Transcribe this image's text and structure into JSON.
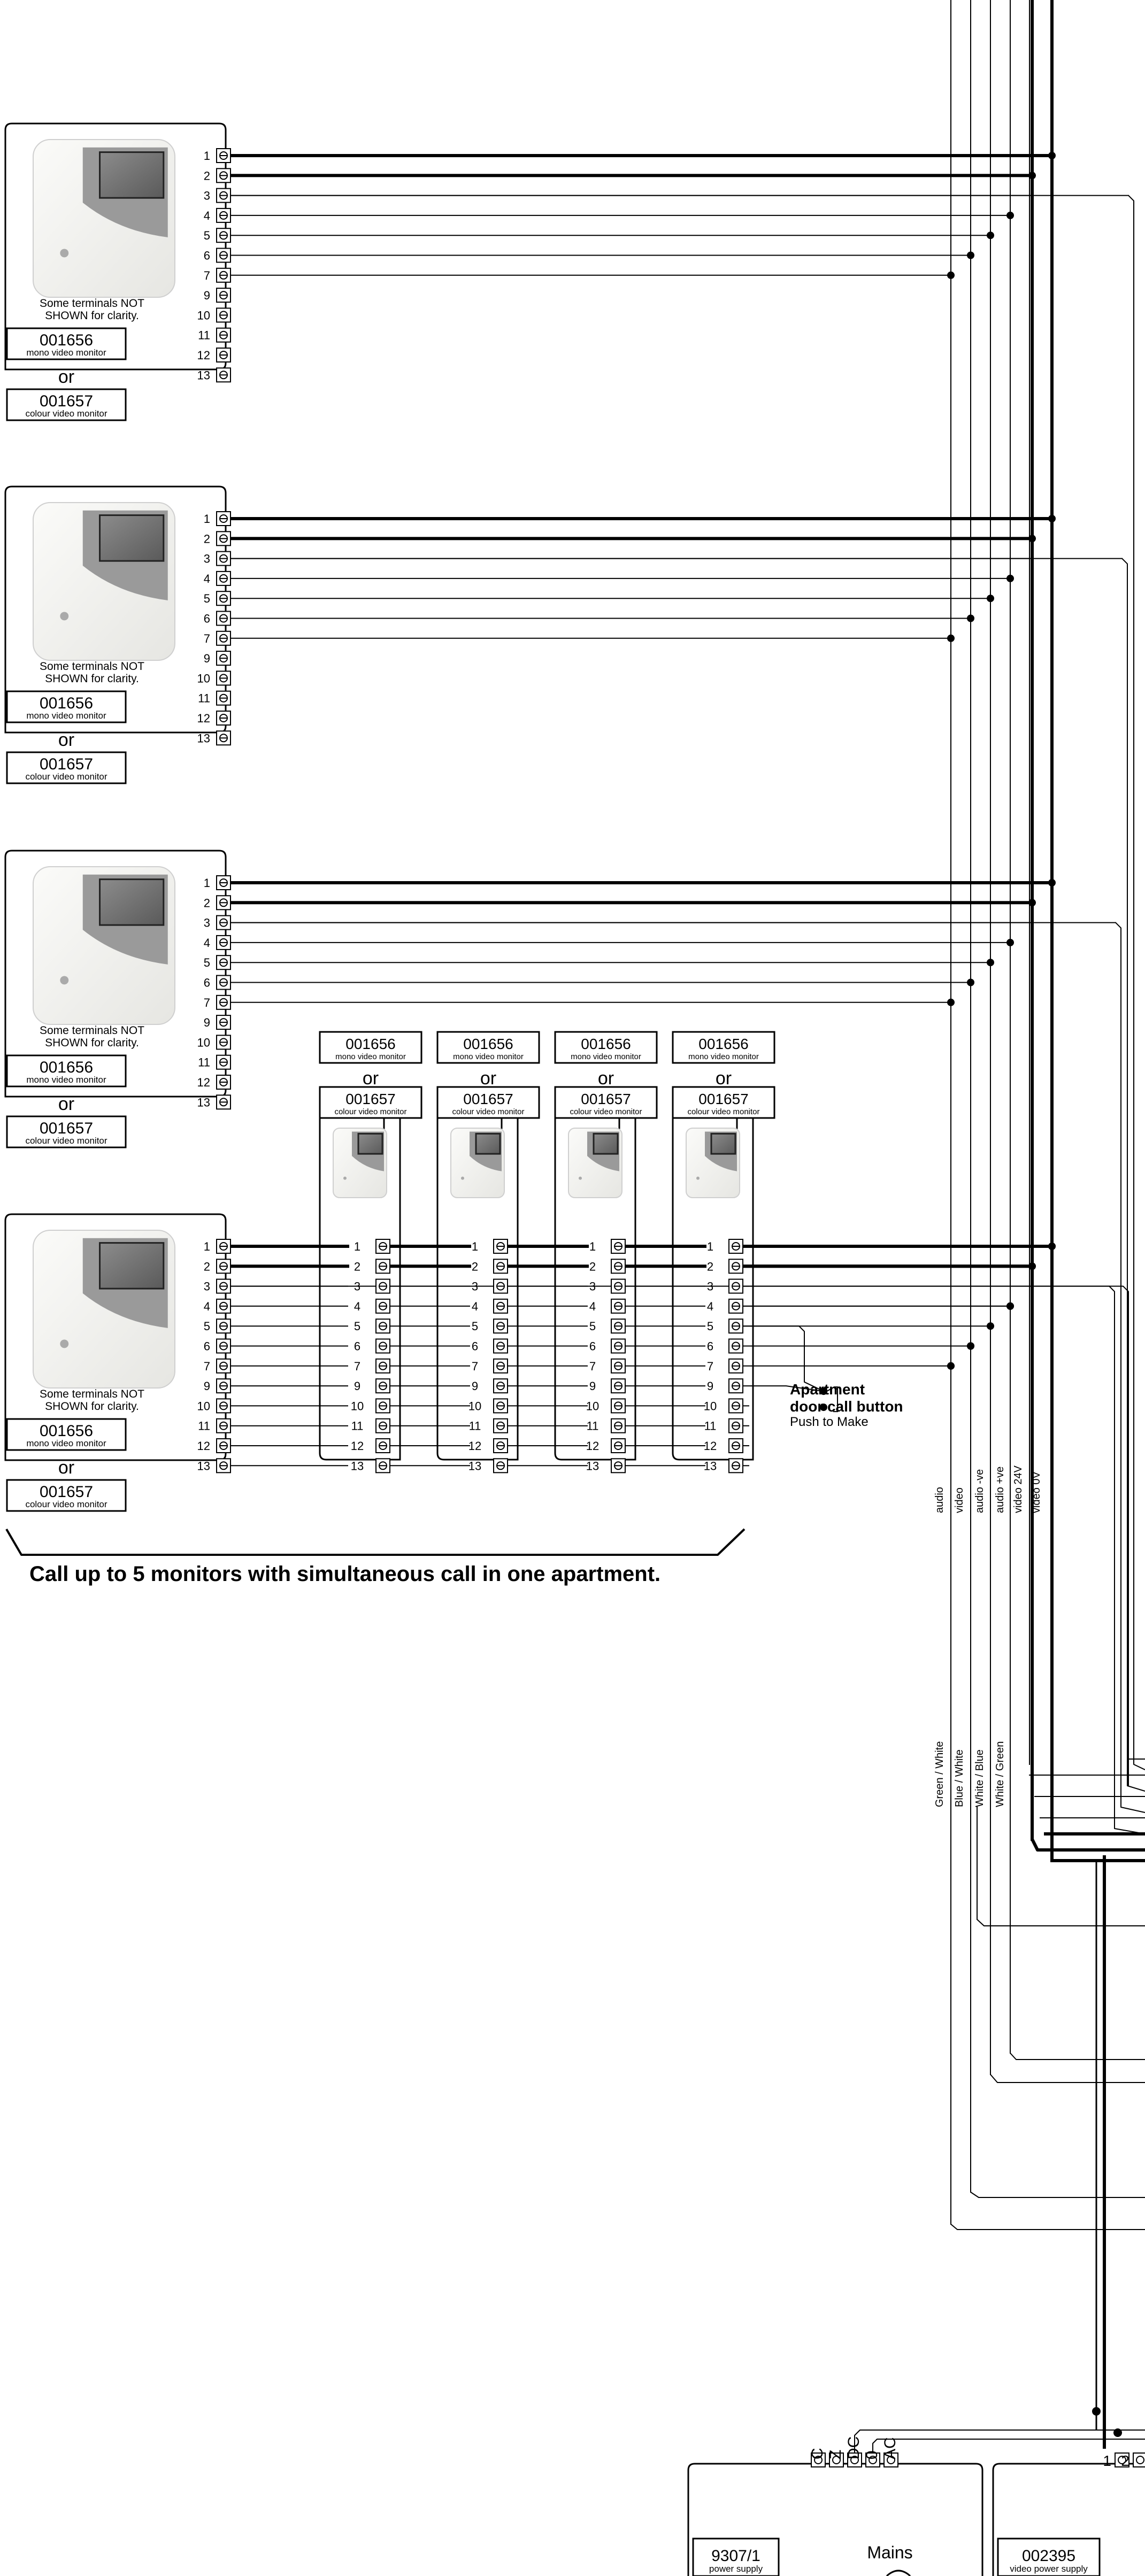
{
  "terminal_numbers": [
    "1",
    "2",
    "3",
    "4",
    "5",
    "6",
    "7",
    "9",
    "10",
    "11",
    "12",
    "13"
  ],
  "monitor_models": {
    "mono_code": "001656",
    "mono_label": "mono video monitor",
    "or_label": "or",
    "colour_code": "001657",
    "colour_label": "colour video monitor"
  },
  "clarity_note": [
    "Some terminals NOT",
    "SHOWN for clarity."
  ],
  "door_call_button": {
    "title_line1": "Apartment",
    "title_line2": "door call button",
    "subtitle": "Push to Make"
  },
  "caption": "Call up to 5 monitors with simultaneous call in one apartment.",
  "signal_labels": [
    "audio",
    "video",
    "audio -ve",
    "audio +ve",
    "video 24V",
    "video 0V"
  ],
  "cable_colours": [
    "Green / White",
    "Blue / White",
    "White / Blue",
    "White / Green"
  ],
  "power_supply_9307": {
    "terminals": [
      "C",
      "Z",
      "DC",
      "0",
      "AC"
    ],
    "code": "9307/1",
    "label": "power supply",
    "mains": "Mains"
  },
  "power_supply_002395": {
    "terminals": [
      "1",
      "2"
    ],
    "code": "002395",
    "label": "video power supply"
  }
}
